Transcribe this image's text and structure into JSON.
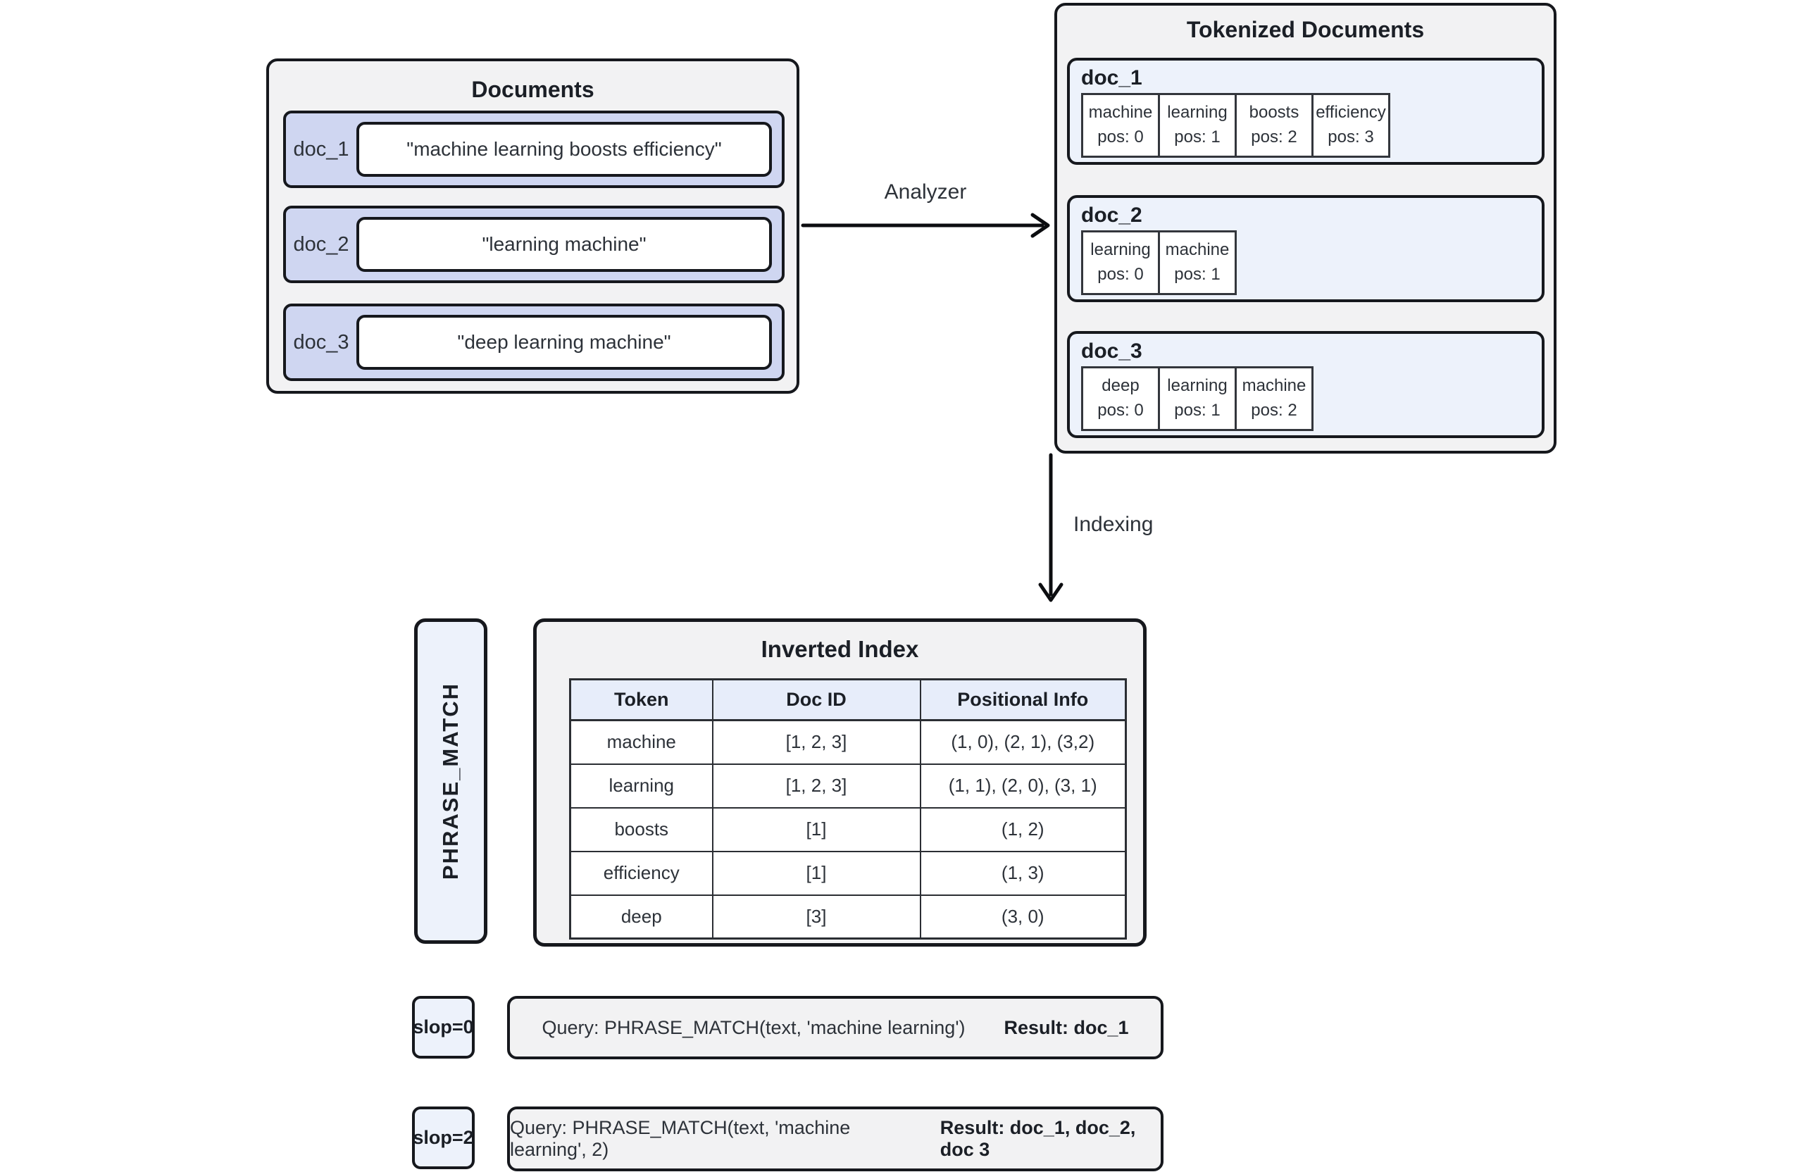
{
  "colors": {
    "panel-gray": "#f2f2f3",
    "lavender": "#cfd6f1",
    "light-blue": "#edf2fb",
    "header-blue": "#e7edfa",
    "line-dark": "#16181d",
    "text-dark": "#2d3239",
    "title-dark": "#1b1f26"
  },
  "documents_panel": {
    "title": "Documents",
    "rows": [
      {
        "id": "doc_1",
        "text": "\"machine learning boosts efficiency\""
      },
      {
        "id": "doc_2",
        "text": "\"learning machine\""
      },
      {
        "id": "doc_3",
        "text": "\"deep learning machine\""
      }
    ]
  },
  "analyzer_label": "Analyzer",
  "indexing_label": "Indexing",
  "tokenized_panel": {
    "title": "Tokenized Documents",
    "docs": [
      {
        "id": "doc_1",
        "tokens": [
          {
            "t": "machine",
            "p": "pos: 0"
          },
          {
            "t": "learning",
            "p": "pos: 1"
          },
          {
            "t": "boosts",
            "p": "pos: 2"
          },
          {
            "t": "efficiency",
            "p": "pos: 3"
          }
        ]
      },
      {
        "id": "doc_2",
        "tokens": [
          {
            "t": "learning",
            "p": "pos: 0"
          },
          {
            "t": "machine",
            "p": "pos: 1"
          }
        ]
      },
      {
        "id": "doc_3",
        "tokens": [
          {
            "t": "deep",
            "p": "pos: 0"
          },
          {
            "t": "learning",
            "p": "pos: 1"
          },
          {
            "t": "machine",
            "p": "pos: 2"
          }
        ]
      }
    ]
  },
  "phrase_match_label": "PHRASE_MATCH",
  "inverted_index": {
    "title": "Inverted Index",
    "headers": [
      "Token",
      "Doc ID",
      "Positional Info"
    ],
    "rows": [
      [
        "machine",
        "[1, 2, 3]",
        "(1, 0), (2, 1), (3,2)"
      ],
      [
        "learning",
        "[1, 2, 3]",
        "(1, 1), (2, 0), (3, 1)"
      ],
      [
        "boosts",
        "[1]",
        "(1, 2)"
      ],
      [
        "efficiency",
        "[1]",
        "(1, 3)"
      ],
      [
        "deep",
        "[3]",
        "(3, 0)"
      ]
    ]
  },
  "queries": [
    {
      "slop": "slop=0",
      "query": "Query: PHRASE_MATCH(text, 'machine learning')",
      "result": "Result: doc_1"
    },
    {
      "slop": "slop=2",
      "query": "Query: PHRASE_MATCH(text, 'machine learning', 2)",
      "result": "Result: doc_1, doc_2, doc 3"
    }
  ]
}
